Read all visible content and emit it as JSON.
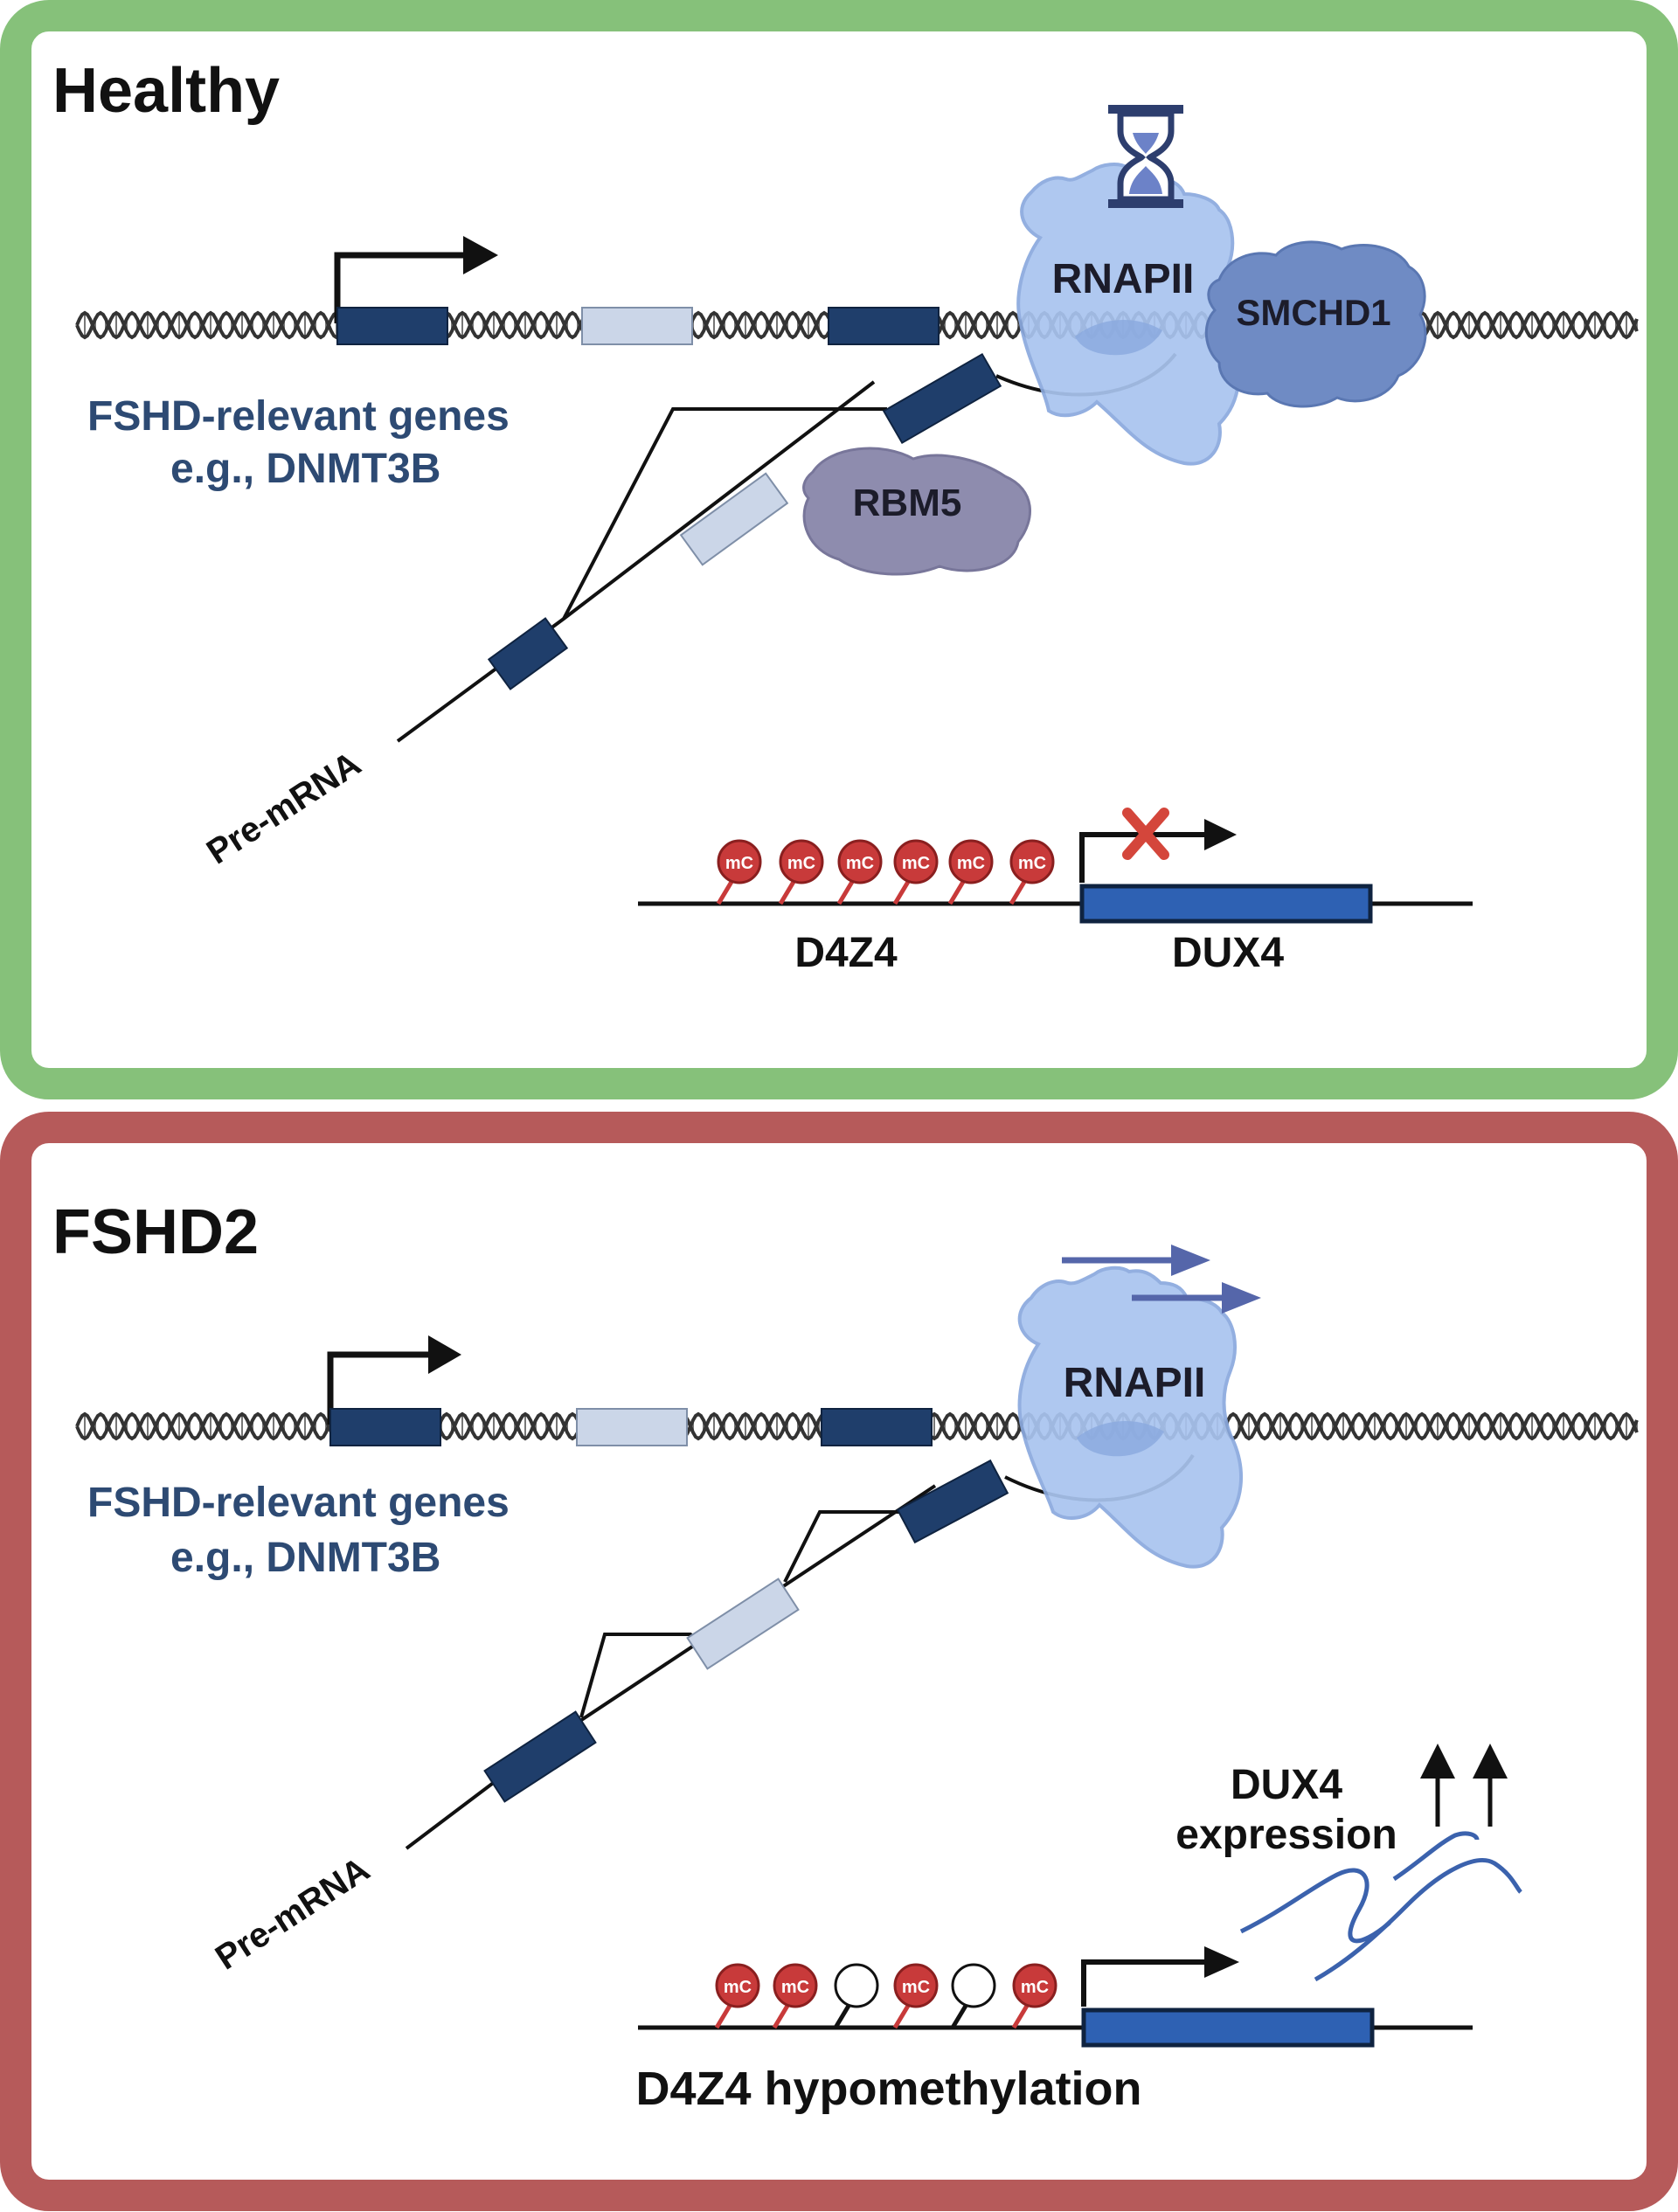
{
  "colors": {
    "healthy_border": "#86c17a",
    "fshd2_border": "#b65a5a",
    "exon_dark": "#1f3e6b",
    "exon_light": "#cbd6e8",
    "rnapii": "#a9c4ef",
    "smchd1": "#6f8bc4",
    "rbm5": "#8e8cae",
    "methyl": "#c83a3a",
    "dux4_box": "#2e61b3",
    "up_arrows": "#5566aa",
    "transcript": "#3b62ad"
  },
  "icons": [
    "hourglass-icon",
    "inhibition-x-icon",
    "up-arrow-icon"
  ],
  "panels": {
    "healthy": {
      "title": "Healthy",
      "gene_label_line1": "FSHD-relevant genes",
      "gene_label_line2": "e.g., DNMT3B",
      "rnapii": "RNAPII",
      "smchd1": "SMCHD1",
      "rbm5": "RBM5",
      "premrna": "Pre-mRNA",
      "mc": "mC",
      "d4z4": "D4Z4",
      "dux4": "DUX4"
    },
    "fshd2": {
      "title": "FSHD2",
      "gene_label_line1": "FSHD-relevant genes",
      "gene_label_line2": "e.g., DNMT3B",
      "rnapii": "RNAPII",
      "premrna": "Pre-mRNA",
      "mc": "mC",
      "dux4_expr_line1": "DUX4",
      "dux4_expr_line2": "expression",
      "d4z4_hypo": "D4Z4 hypomethylation"
    }
  }
}
